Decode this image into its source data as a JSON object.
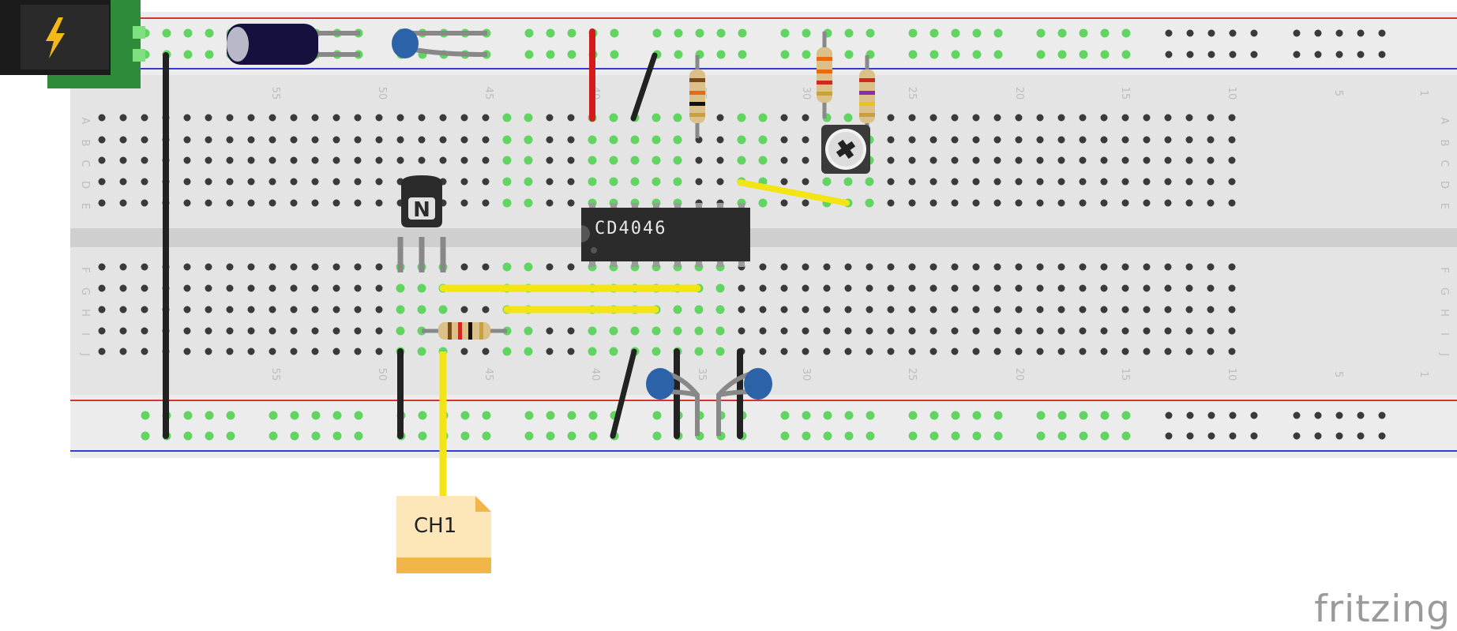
{
  "breadboard": {
    "top_rows": [
      "A",
      "B",
      "C",
      "D",
      "E"
    ],
    "bottom_rows": [
      "F",
      "G",
      "H",
      "I",
      "J"
    ],
    "column_numbers": [
      "55",
      "50",
      "45",
      "40",
      "35",
      "30",
      "25",
      "20",
      "15",
      "10",
      "5",
      "1"
    ]
  },
  "components": {
    "chip_label": "CD4046",
    "probe_label": "CH1",
    "transistor_label": "N",
    "power_icon": "lightning-bolt-icon"
  },
  "branding": {
    "logo": "fritzing"
  },
  "colors": {
    "board": "#e4e4e4",
    "rail_red": "#d33333",
    "rail_blue": "#2f3fd6",
    "hole": "#3a3a3a",
    "hole_active": "#62d462",
    "wire_yellow": "#f2e415",
    "wire_black": "#222222",
    "wire_red": "#d21b1b",
    "chip": "#2b2b2b",
    "power_board": "#2e8b3a",
    "probe": "#fde6b8"
  }
}
